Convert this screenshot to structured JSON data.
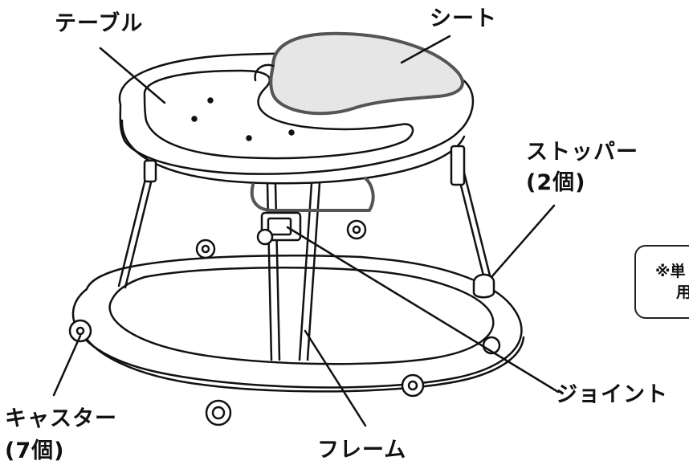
{
  "labels": {
    "table": "テーブル",
    "seat": "シート",
    "stopper_line1": "ストッパー",
    "stopper_line2": "(2個)",
    "joint": "ジョイント",
    "caster_line1": "キャスター",
    "caster_line2": "(7個)",
    "frame": "フレーム"
  },
  "note": {
    "line1": "※単",
    "line2": "用"
  },
  "colors": {
    "ink": "#111111",
    "seat_fill": "#e6e6e6",
    "seat_trim": "#555555"
  }
}
